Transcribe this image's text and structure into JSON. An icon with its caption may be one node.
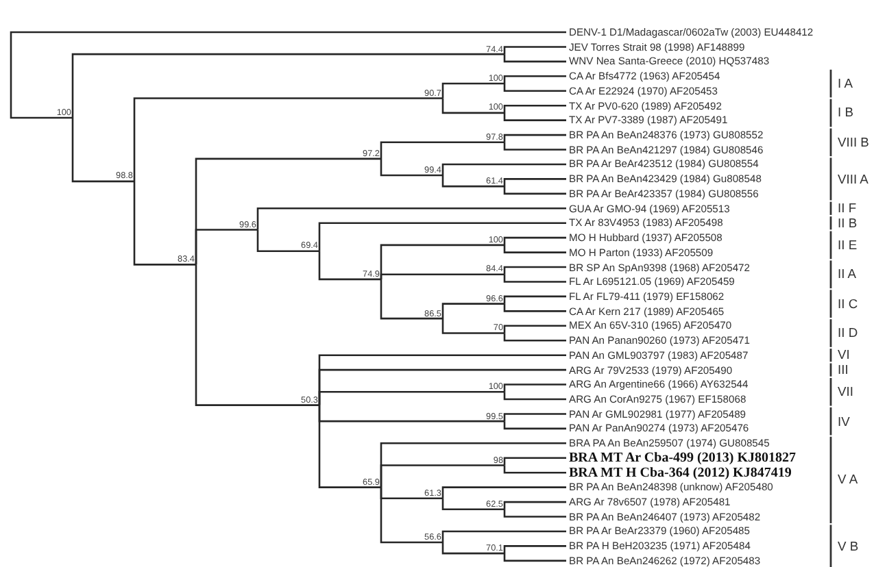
{
  "diagram": {
    "nodes": [
      {
        "text": [
          "DENV-1 D1/Madagascar/0602aTw (2003) EU448412"
        ]
      },
      {
        "text": [
          "JEV Torres Strait 98 (1998) AF148899"
        ]
      },
      {
        "text": [
          "WNV Nea Santa-Greece (2010) HQ537483"
        ]
      },
      {
        "text": [
          "CA Ar Bfs4772 (1963) AF205454"
        ]
      },
      {
        "text": [
          "CA Ar E22924 (1970) AF205453"
        ]
      },
      {
        "text": [
          "TX Ar PV0-620 (1989) AF205492"
        ]
      },
      {
        "text": [
          "TX Ar PV7-3389 (1987) AF205491"
        ]
      },
      {
        "text": [
          "BR PA An BeAn248376 (1973) GU808552"
        ]
      },
      {
        "text": [
          "BR PA An BeAn421297 (1984) GU808546"
        ]
      },
      {
        "text": [
          "BR PA Ar BeAr423512 (1984) GU808554"
        ]
      },
      {
        "text": [
          "BR PA An BeAn423429 (1984) Gu808548"
        ]
      },
      {
        "text": [
          "BR PA Ar BeAr423357 (1984) GU808556"
        ]
      },
      {
        "text": [
          "GUA Ar GMO-94 (1969) AF205513"
        ]
      },
      {
        "text": [
          "TX Ar 83V4953 (1983) AF205498"
        ]
      },
      {
        "text": [
          "MO H Hubbard (1937) AF205508"
        ]
      },
      {
        "text": [
          "MO H Parton (1933) AF205509"
        ]
      },
      {
        "text": [
          "BR SP An SpAn9398 (1968) AF205472"
        ]
      },
      {
        "text": [
          "FL Ar L695121.05 (1969) AF205459"
        ]
      },
      {
        "text": [
          "FL Ar FL79-411 (1979) EF158062"
        ]
      },
      {
        "text": [
          "CA Ar Kern 217 (1989) AF205465"
        ]
      },
      {
        "text": [
          "MEX An 65V-310 (1965) AF205470"
        ]
      },
      {
        "text": [
          "PAN An Panan90260 (1973) AF205471"
        ]
      },
      {
        "text": [
          "PAN An GML903797 (1983) AF205487"
        ]
      },
      {
        "text": [
          "ARG Ar 79V2533 (1979) AF205490"
        ]
      },
      {
        "text": [
          "ARG An Argentine66 (1966) AY632544"
        ]
      },
      {
        "text": [
          "ARG An CorAn9275 (1967) EF158068"
        ]
      },
      {
        "text": [
          "PAN Ar GML902981 (1977) AF205489"
        ]
      },
      {
        "text": [
          "PAN Ar PanAn90274 (1973) AF205476"
        ]
      },
      {
        "text": [
          "BRA PA An BeAn259507 (1974) GU808545"
        ]
      },
      {
        "text": [
          "BRA MT Ar Cba-499 (2013) KJ801827"
        ]
      },
      {
        "text": [
          "BRA MT H Cba-364 (2012) KJ847419"
        ]
      },
      {
        "text": [
          "BR PA An BeAn248398 (unknow) AF205480"
        ]
      },
      {
        "text": [
          "ARG Ar 78v6507 (1978) AF205481"
        ]
      },
      {
        "text": [
          "BR PA An BeAn246407 (1973) AF205482"
        ]
      },
      {
        "text": [
          "BR PA Ar BeAr23379 (1960) AF205485"
        ]
      },
      {
        "text": [
          "BR PA H BeH203235 (1971) AF205484"
        ]
      },
      {
        "text": [
          "BR PA An BeAn246262 (1972) AF205483"
        ]
      },
      {
        "text": [
          "100"
        ]
      },
      {
        "text": [
          "74.4"
        ]
      },
      {
        "text": [
          "98.8"
        ]
      },
      {
        "text": [
          "90.7"
        ]
      },
      {
        "text": [
          "100"
        ]
      },
      {
        "text": [
          "100"
        ]
      },
      {
        "text": [
          "83.4"
        ]
      },
      {
        "text": [
          "97.2"
        ]
      },
      {
        "text": [
          "97.8"
        ]
      },
      {
        "text": [
          "99.4"
        ]
      },
      {
        "text": [
          "61.4"
        ]
      },
      {
        "text": [
          "99.6"
        ]
      },
      {
        "text": [
          "69.4"
        ]
      },
      {
        "text": [
          "74.9"
        ]
      },
      {
        "text": [
          "100"
        ]
      },
      {
        "text": [
          "84.4"
        ]
      },
      {
        "text": [
          "86.5"
        ]
      },
      {
        "text": [
          "96.6"
        ]
      },
      {
        "text": [
          "70"
        ]
      },
      {
        "text": [
          "50.3"
        ]
      },
      {
        "text": [
          "100"
        ]
      },
      {
        "text": [
          "99.5"
        ]
      },
      {
        "text": [
          "65.9"
        ]
      },
      {
        "text": [
          "98"
        ]
      },
      {
        "text": [
          "61.3"
        ]
      },
      {
        "text": [
          "62.5"
        ]
      },
      {
        "text": [
          "56.6"
        ]
      },
      {
        "text": [
          "70.1"
        ]
      }
    ],
    "edges": [
      {
        "from": 37,
        "to": 0,
        "arrow": "none"
      },
      {
        "from": 37,
        "to": 38,
        "arrow": "none"
      },
      {
        "from": 38,
        "to": 1,
        "arrow": "none"
      },
      {
        "from": 38,
        "to": 2,
        "arrow": "none"
      },
      {
        "from": 37,
        "to": 39,
        "arrow": "none"
      },
      {
        "from": 39,
        "to": 40,
        "arrow": "none"
      },
      {
        "from": 40,
        "to": 41,
        "arrow": "none"
      },
      {
        "from": 41,
        "to": 3,
        "arrow": "none"
      },
      {
        "from": 41,
        "to": 4,
        "arrow": "none"
      },
      {
        "from": 40,
        "to": 42,
        "arrow": "none"
      },
      {
        "from": 42,
        "to": 5,
        "arrow": "none"
      },
      {
        "from": 42,
        "to": 6,
        "arrow": "none"
      },
      {
        "from": 39,
        "to": 43,
        "arrow": "none"
      },
      {
        "from": 43,
        "to": 44,
        "arrow": "none"
      },
      {
        "from": 44,
        "to": 45,
        "arrow": "none"
      },
      {
        "from": 45,
        "to": 7,
        "arrow": "none"
      },
      {
        "from": 45,
        "to": 8,
        "arrow": "none"
      },
      {
        "from": 44,
        "to": 46,
        "arrow": "none"
      },
      {
        "from": 46,
        "to": 9,
        "arrow": "none"
      },
      {
        "from": 46,
        "to": 47,
        "arrow": "none"
      },
      {
        "from": 47,
        "to": 10,
        "arrow": "none"
      },
      {
        "from": 47,
        "to": 11,
        "arrow": "none"
      },
      {
        "from": 43,
        "to": 48,
        "arrow": "none"
      },
      {
        "from": 48,
        "to": 12,
        "arrow": "none"
      },
      {
        "from": 48,
        "to": 49,
        "arrow": "none"
      },
      {
        "from": 49,
        "to": 13,
        "arrow": "none"
      },
      {
        "from": 49,
        "to": 50,
        "arrow": "none"
      },
      {
        "from": 50,
        "to": 51,
        "arrow": "none"
      },
      {
        "from": 51,
        "to": 14,
        "arrow": "none"
      },
      {
        "from": 51,
        "to": 15,
        "arrow": "none"
      },
      {
        "from": 50,
        "to": 52,
        "arrow": "none"
      },
      {
        "from": 52,
        "to": 16,
        "arrow": "none"
      },
      {
        "from": 52,
        "to": 17,
        "arrow": "none"
      },
      {
        "from": 50,
        "to": 53,
        "arrow": "none"
      },
      {
        "from": 53,
        "to": 54,
        "arrow": "none"
      },
      {
        "from": 54,
        "to": 18,
        "arrow": "none"
      },
      {
        "from": 54,
        "to": 19,
        "arrow": "none"
      },
      {
        "from": 53,
        "to": 55,
        "arrow": "none"
      },
      {
        "from": 55,
        "to": 20,
        "arrow": "none"
      },
      {
        "from": 55,
        "to": 21,
        "arrow": "none"
      },
      {
        "from": 43,
        "to": 56,
        "arrow": "none"
      },
      {
        "from": 56,
        "to": 22,
        "arrow": "none"
      },
      {
        "from": 56,
        "to": 23,
        "arrow": "none"
      },
      {
        "from": 56,
        "to": 57,
        "arrow": "none"
      },
      {
        "from": 57,
        "to": 24,
        "arrow": "none"
      },
      {
        "from": 57,
        "to": 25,
        "arrow": "none"
      },
      {
        "from": 56,
        "to": 58,
        "arrow": "none"
      },
      {
        "from": 58,
        "to": 26,
        "arrow": "none"
      },
      {
        "from": 58,
        "to": 27,
        "arrow": "none"
      },
      {
        "from": 56,
        "to": 59,
        "arrow": "none"
      },
      {
        "from": 59,
        "to": 28,
        "arrow": "none"
      },
      {
        "from": 59,
        "to": 60,
        "arrow": "none"
      },
      {
        "from": 60,
        "to": 29,
        "arrow": "none"
      },
      {
        "from": 60,
        "to": 30,
        "arrow": "none"
      },
      {
        "from": 59,
        "to": 61,
        "arrow": "none"
      },
      {
        "from": 61,
        "to": 31,
        "arrow": "none"
      },
      {
        "from": 61,
        "to": 62,
        "arrow": "none"
      },
      {
        "from": 62,
        "to": 32,
        "arrow": "none"
      },
      {
        "from": 62,
        "to": 33,
        "arrow": "none"
      },
      {
        "from": 59,
        "to": 63,
        "arrow": "none"
      },
      {
        "from": 63,
        "to": 34,
        "arrow": "none"
      },
      {
        "from": 63,
        "to": 64,
        "arrow": "none"
      },
      {
        "from": 64,
        "to": 35,
        "arrow": "none"
      },
      {
        "from": 64,
        "to": 36,
        "arrow": "none"
      }
    ],
    "labels": [
      "I A",
      "I B",
      "VIII B",
      "VIII A",
      "II F",
      "II B",
      "II E",
      "II A",
      "II C",
      "II D",
      "VI",
      "III",
      "VII",
      "IV",
      "V A",
      "V B"
    ]
  }
}
